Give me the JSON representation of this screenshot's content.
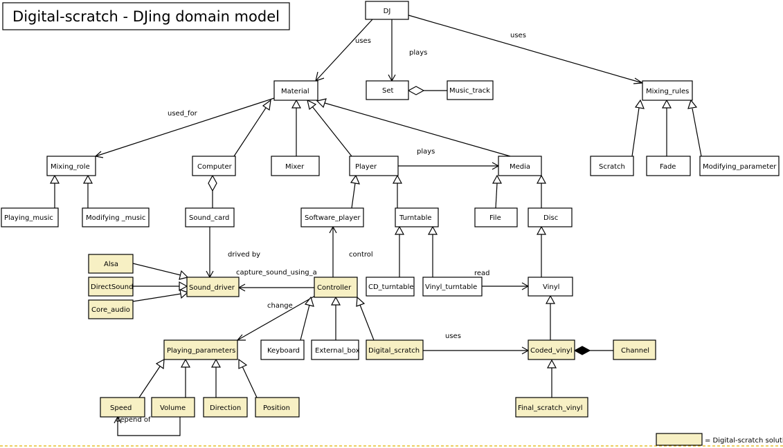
{
  "title": "Digital-scratch - DJing domain model",
  "colors": {
    "highlight": "#f7f0c4",
    "normal": "#ffffff",
    "line": "#000000",
    "dashed": "#e0b000"
  },
  "legend": {
    "label": "= Digital-scratch solution"
  },
  "nodes": {
    "dj": {
      "label": "DJ",
      "highlight": false
    },
    "material": {
      "label": "Material",
      "highlight": false
    },
    "set": {
      "label": "Set",
      "highlight": false
    },
    "music_track": {
      "label": "Music_track",
      "highlight": false
    },
    "mixing_rules": {
      "label": "Mixing_rules",
      "highlight": false
    },
    "mixing_role": {
      "label": "Mixing_role",
      "highlight": false
    },
    "computer": {
      "label": "Computer",
      "highlight": false
    },
    "mixer": {
      "label": "Mixer",
      "highlight": false
    },
    "player": {
      "label": "Player",
      "highlight": false
    },
    "media": {
      "label": "Media",
      "highlight": false
    },
    "scratch": {
      "label": "Scratch",
      "highlight": false
    },
    "fade": {
      "label": "Fade",
      "highlight": false
    },
    "modifying_parameter": {
      "label": "Modifying_parameter",
      "highlight": false
    },
    "playing_music": {
      "label": "Playing_music",
      "highlight": false
    },
    "modifying_music": {
      "label": "Modifying _music",
      "highlight": false
    },
    "sound_card": {
      "label": "Sound_card",
      "highlight": false
    },
    "software_player": {
      "label": "Software_player",
      "highlight": false
    },
    "turntable": {
      "label": "Turntable",
      "highlight": false
    },
    "file": {
      "label": "File",
      "highlight": false
    },
    "disc": {
      "label": "Disc",
      "highlight": false
    },
    "alsa": {
      "label": "Alsa",
      "highlight": true
    },
    "directsound": {
      "label": "DirectSound",
      "highlight": true
    },
    "core_audio": {
      "label": "Core_audio",
      "highlight": true
    },
    "sound_driver": {
      "label": "Sound_driver",
      "highlight": true
    },
    "controller": {
      "label": "Controller",
      "highlight": true
    },
    "cd_turntable": {
      "label": "CD_turntable",
      "highlight": false
    },
    "vinyl_turntable": {
      "label": "Vinyl_turntable",
      "highlight": false
    },
    "vinyl": {
      "label": "Vinyl",
      "highlight": false
    },
    "playing_parameters": {
      "label": "Playing_parameters",
      "highlight": true
    },
    "keyboard": {
      "label": "Keyboard",
      "highlight": false
    },
    "external_box": {
      "label": "External_box",
      "highlight": false
    },
    "digital_scratch": {
      "label": "Digital_scratch",
      "highlight": true
    },
    "coded_vinyl": {
      "label": "Coded_vinyl",
      "highlight": true
    },
    "channel": {
      "label": "Channel",
      "highlight": true
    },
    "speed": {
      "label": "Speed",
      "highlight": true
    },
    "volume": {
      "label": "Volume",
      "highlight": true
    },
    "direction": {
      "label": "Direction",
      "highlight": true
    },
    "position": {
      "label": "Position",
      "highlight": true
    },
    "final_scratch_vinyl": {
      "label": "Final_scratch_vinyl",
      "highlight": true
    }
  },
  "edges": {
    "dj_material": {
      "label": "uses",
      "kind": "association"
    },
    "dj_set": {
      "label": "plays",
      "kind": "association"
    },
    "dj_mixing_rules": {
      "label": "uses",
      "kind": "association"
    },
    "set_music_track": {
      "label": "",
      "kind": "aggregation"
    },
    "material_mixing_role": {
      "label": "used_for",
      "kind": "association"
    },
    "computer_material": {
      "label": "",
      "kind": "generalization"
    },
    "mixer_material": {
      "label": "",
      "kind": "generalization"
    },
    "player_material": {
      "label": "",
      "kind": "generalization"
    },
    "media_material": {
      "label": "",
      "kind": "generalization"
    },
    "player_media": {
      "label": "plays",
      "kind": "association"
    },
    "scratch_mixing_rules": {
      "label": "",
      "kind": "generalization"
    },
    "fade_mixing_rules": {
      "label": "",
      "kind": "generalization"
    },
    "modparam_mixing_rules": {
      "label": "",
      "kind": "generalization"
    },
    "playing_music_mixing_role": {
      "label": "",
      "kind": "generalization"
    },
    "modifying_music_mixing_role": {
      "label": "",
      "kind": "generalization"
    },
    "computer_sound_card": {
      "label": "",
      "kind": "aggregation"
    },
    "software_player_player": {
      "label": "",
      "kind": "generalization"
    },
    "turntable_player": {
      "label": "",
      "kind": "generalization"
    },
    "file_media": {
      "label": "",
      "kind": "generalization"
    },
    "disc_media": {
      "label": "",
      "kind": "generalization"
    },
    "sound_card_sound_driver": {
      "label": "drived by",
      "kind": "association"
    },
    "alsa_sound_driver": {
      "label": "",
      "kind": "generalization"
    },
    "directsound_sound_driver": {
      "label": "",
      "kind": "generalization"
    },
    "core_audio_sound_driver": {
      "label": "",
      "kind": "generalization"
    },
    "controller_sound_driver": {
      "label": "capture_sound_using_a",
      "kind": "association"
    },
    "controller_software_player": {
      "label": "control",
      "kind": "association"
    },
    "cd_turntable_turntable": {
      "label": "",
      "kind": "generalization"
    },
    "vinyl_turntable_turntable": {
      "label": "",
      "kind": "generalization"
    },
    "vinyl_turntable_vinyl": {
      "label": "read",
      "kind": "association"
    },
    "vinyl_disc": {
      "label": "",
      "kind": "association"
    },
    "controller_playing_parameters": {
      "label": "change",
      "kind": "association"
    },
    "keyboard_controller": {
      "label": "",
      "kind": "generalization"
    },
    "external_box_controller": {
      "label": "",
      "kind": "generalization"
    },
    "digital_scratch_controller": {
      "label": "",
      "kind": "generalization"
    },
    "digital_scratch_coded_vinyl": {
      "label": "uses",
      "kind": "association"
    },
    "coded_vinyl_vinyl": {
      "label": "",
      "kind": "generalization"
    },
    "channel_coded_vinyl": {
      "label": "",
      "kind": "composition"
    },
    "final_scratch_vinyl_coded_vinyl": {
      "label": "",
      "kind": "generalization"
    },
    "speed_playing_parameters": {
      "label": "",
      "kind": "generalization"
    },
    "volume_playing_parameters": {
      "label": "",
      "kind": "generalization"
    },
    "direction_playing_parameters": {
      "label": "",
      "kind": "generalization"
    },
    "position_playing_parameters": {
      "label": "",
      "kind": "generalization"
    },
    "volume_speed": {
      "label": "depend of",
      "kind": "association"
    }
  }
}
